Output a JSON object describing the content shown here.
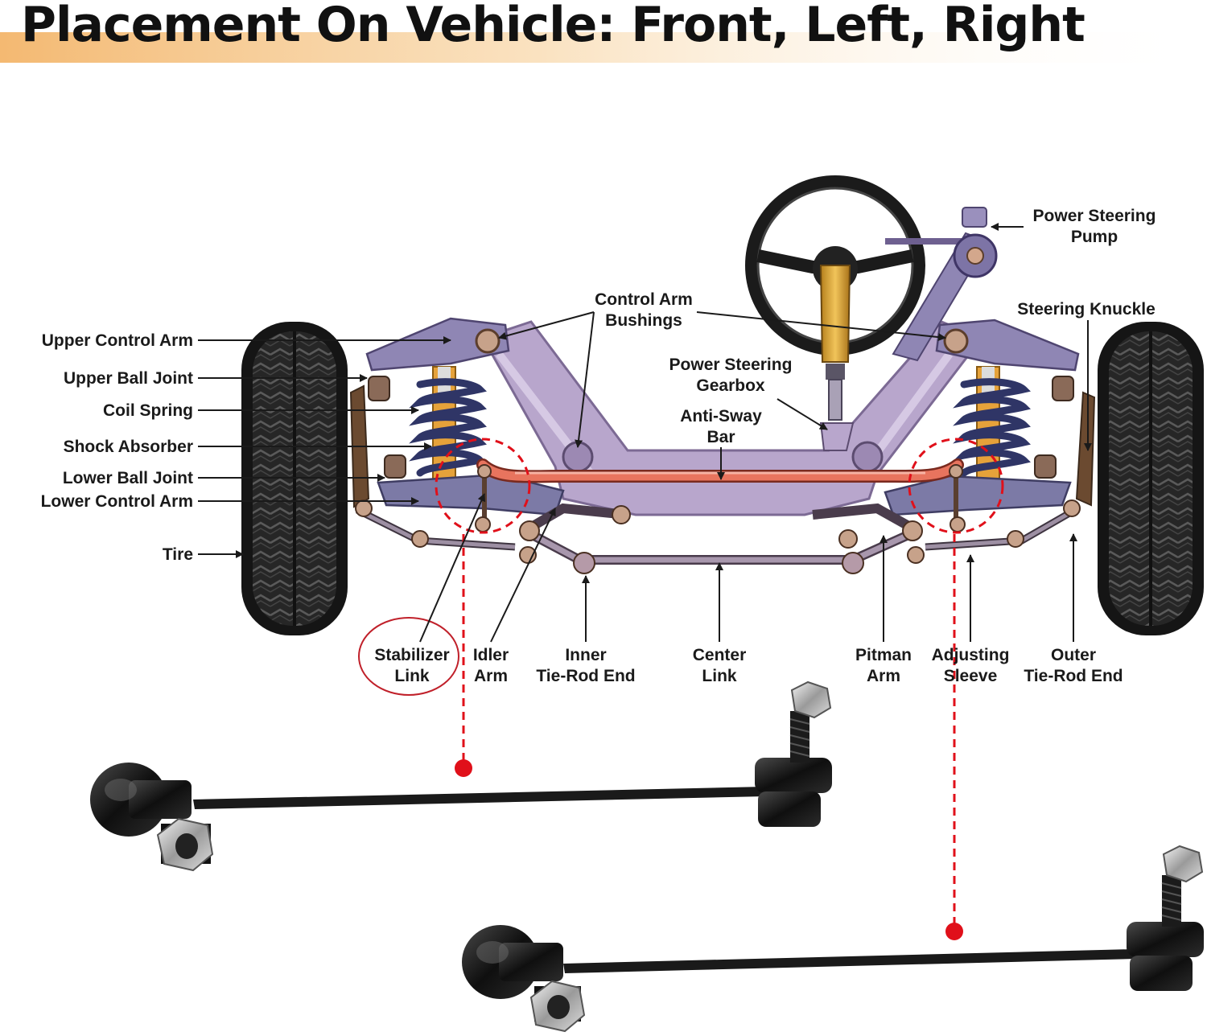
{
  "title": "Placement On Vehicle: Front, Left, Right",
  "colors": {
    "title_band_start": "#f3b56a",
    "frame": "#b8a6cc",
    "frame_dark": "#7c6a94",
    "anti_sway_bar": "#e8745e",
    "tire": "#1c1c1c",
    "marker_red": "#e0101a",
    "steering_column": "#d8a233"
  },
  "labels_left": {
    "upper_control_arm": "Upper Control Arm",
    "upper_ball_joint": "Upper Ball Joint",
    "coil_spring": "Coil Spring",
    "shock_absorber": "Shock Absorber",
    "lower_ball_joint": "Lower Ball Joint",
    "lower_control_arm": "Lower Control Arm",
    "tire": "Tire"
  },
  "labels_top": {
    "control_arm_bushings": [
      "Control Arm",
      "Bushings"
    ],
    "power_steering_gearbox": [
      "Power Steering",
      "Gearbox"
    ],
    "anti_sway_bar": [
      "Anti-Sway",
      "Bar"
    ],
    "power_steering_pump": [
      "Power Steering",
      "Pump"
    ],
    "steering_knuckle": "Steering Knuckle"
  },
  "labels_bottom": {
    "stabilizer_link": [
      "Stabilizer",
      "Link"
    ],
    "idler_arm": [
      "Idler",
      "Arm"
    ],
    "inner_tie_rod_end": [
      "Inner",
      "Tie-Rod End"
    ],
    "center_link": [
      "Center",
      "Link"
    ],
    "pitman_arm": [
      "Pitman",
      "Arm"
    ],
    "adjusting_sleeve": [
      "Adjusting",
      "Sleeve"
    ],
    "outer_tie_rod_end": [
      "Outer",
      "Tie-Rod End"
    ]
  },
  "icons": [
    "steering-wheel-icon",
    "tire-icon",
    "stabilizer-link-part-icon"
  ]
}
